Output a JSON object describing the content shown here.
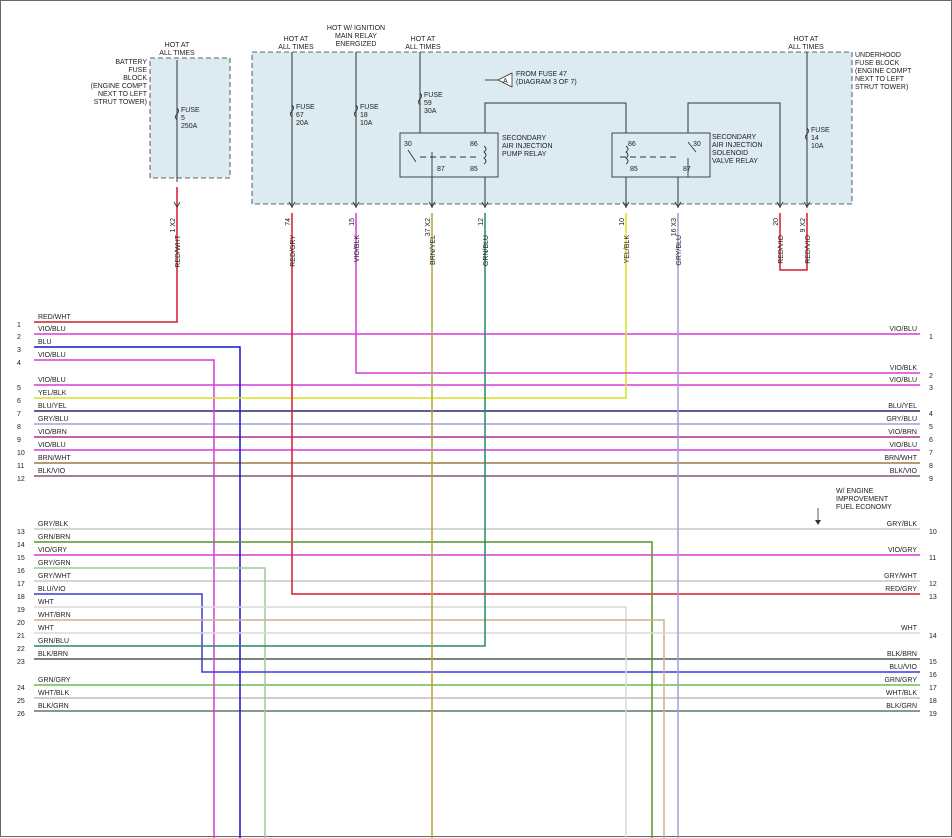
{
  "colors": {
    "red": "#d41c2b",
    "vio": "#d63bd6",
    "blu": "#1717c8",
    "yel": "#dede22",
    "yelblk": "#dede22",
    "bluyel": "#2a2a6a",
    "grayblu": "#9f9fd6",
    "viobrn": "#b0308c",
    "brnwht": "#9a7a44",
    "blkvio": "#7a5a7a",
    "grn": "#55962a",
    "gry": "#c8c8c8",
    "wht": "#d8d8d8",
    "whtbrn": "#c8b09a",
    "grnblu": "#248a6a",
    "blkbrn": "#4f5f4f",
    "bluvio": "#3b3bd6",
    "grngry": "#6cbf4a",
    "whtblk": "#bdbdbd",
    "blkgrn": "#5d7a5d",
    "brnyel": "#b8a030",
    "grygrn": "#9fc89f"
  },
  "top_labels": {
    "battery_hot": [
      "HOT AT",
      "ALL TIMES"
    ],
    "fuse67_hot": [
      "HOT AT",
      "ALL TIMES"
    ],
    "fuse18_hot": [
      "HOT W/ IGNITION",
      "MAIN RELAY",
      "ENERGIZED"
    ],
    "fuse59_hot": [
      "HOT AT",
      "ALL TIMES"
    ],
    "fuse14_hot": [
      "HOT AT",
      "ALL TIMES"
    ],
    "from_fuse": [
      "FROM FUSE 47",
      "(DIAGRAM 3 OF 7)"
    ],
    "from_fuse_ref": "A"
  },
  "battery_block": [
    "BATTERY",
    "FUSE",
    "BLOCK",
    "(ENGINE COMPT",
    "NEXT TO LEFT",
    "STRUT TOWER)"
  ],
  "underhood_block": [
    "UNDERHOOD",
    "FUSE BLOCK",
    "(ENGINE COMPT",
    "NEXT TO LEFT",
    "STRUT TOWER)"
  ],
  "fuses": [
    {
      "id": "fuse5",
      "lines": [
        "FUSE",
        "5",
        "250A"
      ]
    },
    {
      "id": "fuse67",
      "lines": [
        "FUSE",
        "67",
        "20A"
      ]
    },
    {
      "id": "fuse18",
      "lines": [
        "FUSE",
        "18",
        "10A"
      ]
    },
    {
      "id": "fuse59",
      "lines": [
        "FUSE",
        "59",
        "30A"
      ]
    },
    {
      "id": "fuse14",
      "lines": [
        "FUSE",
        "14",
        "10A"
      ]
    }
  ],
  "relays": [
    {
      "id": "pump",
      "name": [
        "SECONDARY",
        "AIR INJECTION",
        "PUMP RELAY"
      ],
      "pins": [
        "30",
        "86",
        "87",
        "85"
      ]
    },
    {
      "id": "solenoid",
      "name": [
        "SECONDARY",
        "AIR INJECTION",
        "SOLENOID",
        "VALVE RELAY"
      ],
      "pins": [
        "86",
        "30",
        "85",
        "87"
      ]
    }
  ],
  "pins_out": [
    {
      "pin": "1",
      "conn": "X2",
      "wire": "RED/WHT"
    },
    {
      "pin": "74",
      "conn": "",
      "wire": "RED/GRY"
    },
    {
      "pin": "15",
      "conn": "",
      "wire": "VIO/BLK"
    },
    {
      "pin": "37",
      "conn": "X2",
      "wire": "BRN/YEL"
    },
    {
      "pin": "12",
      "conn": "",
      "wire": "GRN/BLU"
    },
    {
      "pin": "10",
      "conn": "",
      "wire": "YEL/BLK"
    },
    {
      "pin": "16",
      "conn": "X3",
      "wire": "GRY/BLU"
    },
    {
      "pin": "20",
      "conn": "",
      "wire": "RED/VIO"
    },
    {
      "pin": "9",
      "conn": "X2",
      "wire": "RED/VIO"
    }
  ],
  "left_rows": [
    {
      "num": "1",
      "wire": "RED/WHT"
    },
    {
      "num": "2",
      "wire": "VIO/BLU"
    },
    {
      "num": "3",
      "wire": "BLU"
    },
    {
      "num": "4",
      "wire": "VIO/BLU"
    },
    {
      "num": "5",
      "wire": "VIO/BLU"
    },
    {
      "num": "6",
      "wire": "YEL/BLK"
    },
    {
      "num": "7",
      "wire": "BLU/YEL"
    },
    {
      "num": "8",
      "wire": "GRY/BLU"
    },
    {
      "num": "9",
      "wire": "VIO/BRN"
    },
    {
      "num": "10",
      "wire": "VIO/BLU"
    },
    {
      "num": "11",
      "wire": "BRN/WHT"
    },
    {
      "num": "12",
      "wire": "BLK/VIO"
    },
    {
      "num": "13",
      "wire": "GRY/BLK"
    },
    {
      "num": "14",
      "wire": "GRN/BRN"
    },
    {
      "num": "15",
      "wire": "VIO/GRY"
    },
    {
      "num": "16",
      "wire": "GRY/GRN"
    },
    {
      "num": "17",
      "wire": "GRY/WHT"
    },
    {
      "num": "18",
      "wire": "BLU/VIO"
    },
    {
      "num": "19",
      "wire": "WHT"
    },
    {
      "num": "20",
      "wire": "WHT/BRN"
    },
    {
      "num": "21",
      "wire": "WHT"
    },
    {
      "num": "22",
      "wire": "GRN/BLU"
    },
    {
      "num": "23",
      "wire": "BLK/BRN"
    },
    {
      "num": "24",
      "wire": "GRN/GRY"
    },
    {
      "num": "25",
      "wire": "WHT/BLK"
    },
    {
      "num": "26",
      "wire": "BLK/GRN"
    }
  ],
  "right_rows": [
    {
      "num": "1",
      "wire": "VIO/BLU"
    },
    {
      "num": "2",
      "wire": "VIO/BLK"
    },
    {
      "num": "3",
      "wire": "VIO/BLU"
    },
    {
      "num": "4",
      "wire": "BLU/YEL"
    },
    {
      "num": "5",
      "wire": "GRY/BLU"
    },
    {
      "num": "6",
      "wire": "VIO/BRN"
    },
    {
      "num": "7",
      "wire": "VIO/BLU"
    },
    {
      "num": "8",
      "wire": "BRN/WHT"
    },
    {
      "num": "9",
      "wire": "BLK/VIO"
    },
    {
      "num": "10",
      "wire": "GRY/BLK"
    },
    {
      "num": "11",
      "wire": "VIO/GRY"
    },
    {
      "num": "12",
      "wire": "GRY/WHT"
    },
    {
      "num": "13",
      "wire": "RED/GRY"
    },
    {
      "num": "14",
      "wire": "WHT"
    },
    {
      "num": "15",
      "wire": "BLK/BRN"
    },
    {
      "num": "16",
      "wire": "BLU/VIO"
    },
    {
      "num": "17",
      "wire": "GRN/GRY"
    },
    {
      "num": "18",
      "wire": "WHT/BLK"
    },
    {
      "num": "19",
      "wire": "BLK/GRN"
    }
  ],
  "note": [
    "W/ ENGINE",
    "IMPROVEMENT",
    "FUEL ECONOMY"
  ]
}
